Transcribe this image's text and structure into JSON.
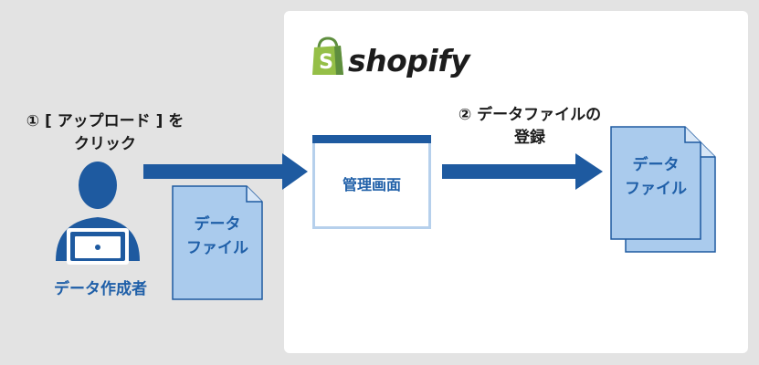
{
  "brand": {
    "name": "shopify",
    "colors": {
      "logo_green": "#95bf47",
      "logo_dark_green": "#5e8e3e"
    }
  },
  "steps": {
    "upload": {
      "line1": "① [ アップロード ] を",
      "line2": "クリック"
    },
    "register": {
      "line1": "② データファイルの",
      "line2": "登録"
    }
  },
  "actor": {
    "label": "データ作成者",
    "icon": "user-with-laptop-icon"
  },
  "upload_file": {
    "line1": "データ",
    "line2": "ファイル"
  },
  "admin": {
    "label": "管理画面"
  },
  "stored_files": {
    "line1": "データ",
    "line2": "ファイル"
  },
  "colors": {
    "background": "#e3e3e3",
    "panel": "#ffffff",
    "primary_blue": "#1e5aa0",
    "light_blue": "#aacbed",
    "text_blue": "#1f5fa8"
  }
}
